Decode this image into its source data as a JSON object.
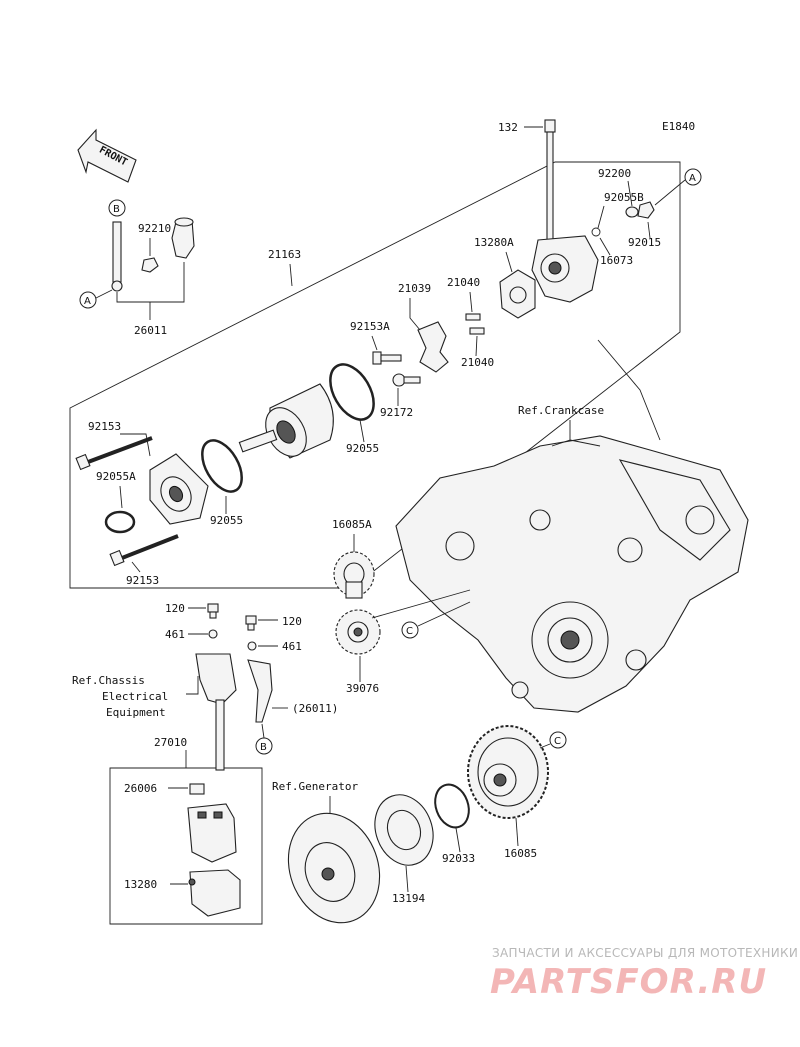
{
  "diagram_code": "E1840",
  "front_label": "FRONT",
  "refs": {
    "crankcase": "Ref.Crankcase",
    "chassis_line1": "Ref.Chassis",
    "chassis_line2": "Electrical",
    "chassis_line3": "Equipment",
    "generator": "Ref.Generator"
  },
  "callouts": {
    "a": "A",
    "b": "B",
    "c": "C"
  },
  "parts": {
    "p132": "132",
    "p92200": "92200",
    "p92055B": "92055B",
    "p92015": "92015",
    "p16073": "16073",
    "p13280A": "13280A",
    "p92210": "92210",
    "p21163": "21163",
    "p21039": "21039",
    "p21040a": "21040",
    "p21040b": "21040",
    "p26011": "26011",
    "p92153A": "92153A",
    "p92172": "92172",
    "p92055": "92055",
    "p92153a": "92153",
    "p92055A": "92055A",
    "p92055b": "92055",
    "p92153b": "92153",
    "p16085A": "16085A",
    "p120a": "120",
    "p120b": "120",
    "p461a": "461",
    "p461b": "461",
    "p26011paren": "(26011)",
    "p39076": "39076",
    "p27010": "27010",
    "p26006": "26006",
    "p13280": "13280",
    "p13194": "13194",
    "p92033": "92033",
    "p16085": "16085"
  },
  "watermark": {
    "tagline": "ЗАПЧАСТИ И АКСЕССУАРЫ ДЛЯ МОТОТЕХНИКИ",
    "logo": "PARTSFOR.RU"
  }
}
